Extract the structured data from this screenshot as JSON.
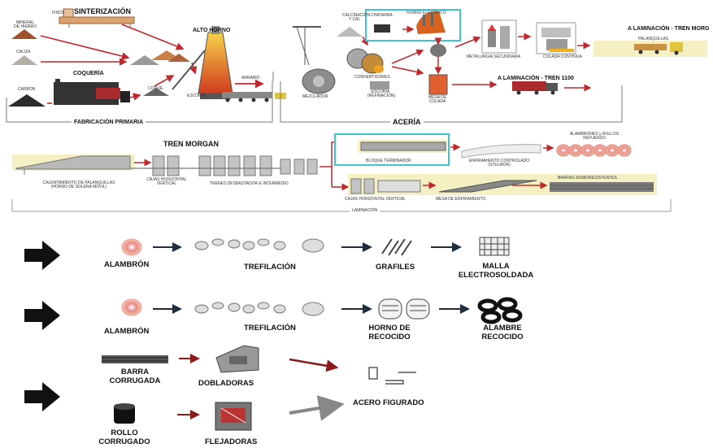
{
  "top": {
    "sinterizacion": "SINTERIZACIÓN",
    "finos": "FINOS",
    "mineral": "MINERAL DE HIERRO",
    "caliza": "CALIZA",
    "carbon": "CARBÓN",
    "coqueria": "COQUERÍA",
    "coque": "COQUE",
    "alto_horno": "ALTO HORNO",
    "escoria": "ESCORIA",
    "arrabio": "ARRABIO",
    "fabricacion": "FABRICACIÓN PRIMARIA",
    "chatarra": "CHATARRA",
    "cal": "CALCINACIÓN Y CAL",
    "horno_electrico": "HORNO ELÉCTRICO",
    "mezclador": "MEZCLADOR",
    "convertidores": "CONVERTIDORES",
    "escoria2": "ESCORIA (REFINACIÓN)",
    "metalurgia": "METALURGIA SECUNDARIA",
    "colada": "COLADA CONTINUA",
    "mesa_colada": "MESA DE COLADA",
    "lam_morgan": "A LAMINACIÓN - TREN MORG",
    "palanquillas": "PALANQUILLAS",
    "lam_1100": "A LAMINACIÓN - TREN 1100",
    "aceria": "ACERÍA"
  },
  "middle": {
    "tren_morgan": "TREN MORGAN",
    "calentamiento": "CALENTAMIENTO DE PALANQUILLAS (HORNO DE SOLERA MÓVIL)",
    "cajas_hv": "CAJAS HORIZONTAL VERTICAL",
    "trenes": "TRENES DESBASTADOR E INTERMEDIO",
    "bloque": "BLOQUE TERMINADOR",
    "enfriamiento": "ENFRIAMIENTO CONTROLADO (STELMOR)",
    "alambrones": "ALAMBRONES y ROLLOS REFUERZO",
    "cajas_hv2": "CAJAS HORIZONTAL VERTICAL",
    "mesa_enfriamiento": "MESA DE ENFRIAMIENTO",
    "barras": "BARRAS SISMORESISTENTES",
    "laminacion": "LAMINACIÓN"
  },
  "bottom": {
    "row1": {
      "alambron": "ALAMBRÓN",
      "trefilacion": "TREFILACIÓN",
      "grafiles": "GRAFILES",
      "malla": "MALLA ELECTROSOLDADA"
    },
    "row2": {
      "alambron": "ALAMBRÓN",
      "trefilacion": "TREFILACIÓN",
      "horno": "HORNO DE RECOCIDO",
      "alambre": "ALAMBRE RECOCIDO"
    },
    "row3": {
      "barra": "BARRA CORRUGADA",
      "dobladoras": "DOBLADORAS",
      "acero": "ACERO FIGURADO",
      "rollo": "ROLLO CORRUGADO",
      "flejadoras": "FLEJADORAS"
    }
  },
  "colors": {
    "arrow_red": "#c0282d",
    "arrow_dark": "#1f2d3d",
    "dark_red": "#8b1a1a",
    "highlight_cyan": "#3fc4d6",
    "band_yellow": "#f5f0c4"
  }
}
